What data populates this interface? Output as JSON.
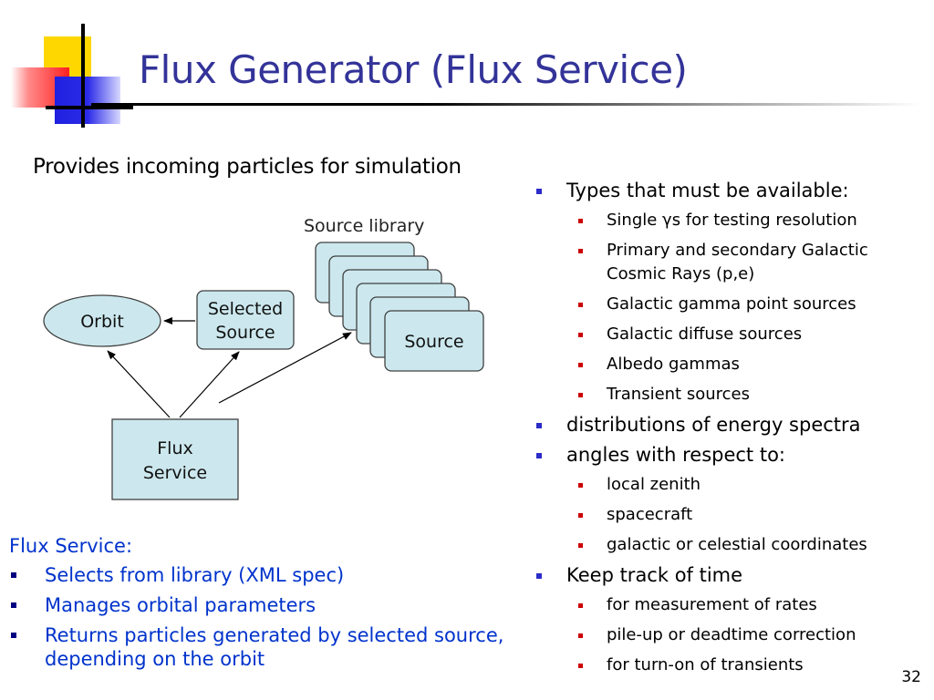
{
  "slide": {
    "title": "Flux Generator (Flux Service)",
    "subtitle": "Provides incoming particles for simulation",
    "page_number": "32"
  },
  "diagram": {
    "source_library_label": "Source library",
    "orbit_label": "Orbit",
    "selected_source_label": [
      "Selected",
      "Source"
    ],
    "source_label": "Source",
    "flux_service_label": [
      "Flux",
      "Service"
    ],
    "colors": {
      "node_fill": "#cce8ee",
      "stroke": "#404040",
      "arrow": "#000000"
    }
  },
  "left_block": {
    "heading": "Flux Service:",
    "items": [
      "Selects from library (XML spec)",
      "Manages orbital parameters",
      "Returns particles generated by selected source, depending on the orbit"
    ]
  },
  "right_block": {
    "items": [
      {
        "label": "Types that must be available:",
        "sub": [
          "Single γs for testing resolution",
          "Primary and secondary Galactic Cosmic Rays (p,e)",
          "Galactic gamma point sources",
          "Galactic diffuse sources",
          "Albedo gammas",
          "Transient sources"
        ]
      },
      {
        "label": "distributions of energy spectra",
        "sub": []
      },
      {
        "label": "angles with respect to:",
        "sub": [
          "local zenith",
          "spacecraft",
          "galactic or celestial coordinates"
        ]
      },
      {
        "label": "Keep track of time",
        "sub": [
          "for measurement of rates",
          "pile-up or deadtime correction",
          "for turn-on of transients"
        ]
      }
    ]
  },
  "colors": {
    "title": "#333399",
    "left_text": "#0033cc",
    "bullet_l1": "#2c2cc8",
    "bullet_l2": "#cc0000"
  }
}
